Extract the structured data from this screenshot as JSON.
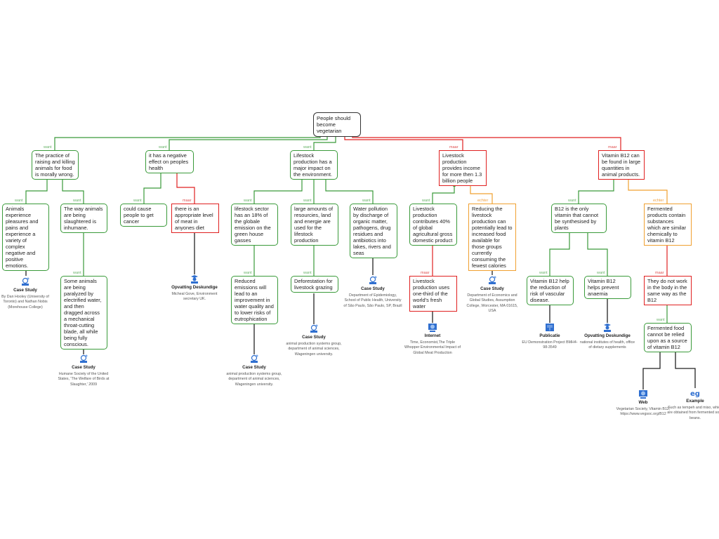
{
  "labels": {
    "want": "want",
    "maar": "maar",
    "echter": "echter"
  },
  "colors": {
    "want": "#3a9a3a",
    "maar": "#e02020",
    "echter": "#f0a030",
    "source_line": "#222222",
    "icon": "#2f6fd0"
  },
  "nodes": [
    {
      "id": "root",
      "kind": "root",
      "text": "People should become vegetarian"
    },
    {
      "id": "A",
      "kind": "want",
      "text": "The practice of raising and killing animals for food is morally wrong."
    },
    {
      "id": "B",
      "kind": "want",
      "text": "it has a negative effect on peoples health"
    },
    {
      "id": "C",
      "kind": "want",
      "text": "Lifestock production has a major impact on the environment."
    },
    {
      "id": "D",
      "kind": "maar",
      "text": "Livestock production provides income for more then 1.3 billion people"
    },
    {
      "id": "E",
      "kind": "maar",
      "text": "Vitamin B12 can be found in large quantities in animal products."
    },
    {
      "id": "A1",
      "kind": "want",
      "text": "Animals experience pleasures and pains and experience a variety of complex negative and positive emotions."
    },
    {
      "id": "A2",
      "kind": "want",
      "text": "The way animals are being slaughtered is inhumane."
    },
    {
      "id": "B1",
      "kind": "want",
      "text": "could cause people to get cancer"
    },
    {
      "id": "B2",
      "kind": "maar",
      "text": "there is an appropriate level of meat in anyones diet"
    },
    {
      "id": "C1",
      "kind": "want",
      "text": "lifestock sector has an 18% of the globale emission on the green house gasses"
    },
    {
      "id": "C2",
      "kind": "want",
      "text": "large amounts of resourcies, land and energie are used for the lifestock production"
    },
    {
      "id": "C3",
      "kind": "want",
      "text": "Water pollution by discharge of organic matter, pathogens, drug residues and antibiotics into lakes, rivers and seas"
    },
    {
      "id": "D1",
      "kind": "want",
      "text": "Livestock production contributes 40% of global agricultural gross domestic product"
    },
    {
      "id": "D2",
      "kind": "echter",
      "text": "Reducing the livestock production can potentially lead to increased food available for those groups currently consuming the fewest calories"
    },
    {
      "id": "E1",
      "kind": "want",
      "text": "B12 is the only vitamin that cannot be synthesised by plants"
    },
    {
      "id": "E2",
      "kind": "echter",
      "text": "Fermented products contain substances which are similar chemically to vitamin B12"
    },
    {
      "id": "A2a",
      "kind": "want",
      "text": "Some animals are being paralyzed by electrified water, and then dragged across a mechanical throat-cutting blade, all while being fully conscious."
    },
    {
      "id": "C1a",
      "kind": "want",
      "text": "Reduced emissions will lead to an improvement in water quality and to lower risks of eutrophication"
    },
    {
      "id": "C2a",
      "kind": "want",
      "text": "Deforestation for livestock grazing"
    },
    {
      "id": "D1a",
      "kind": "maar",
      "text": "Livestock production uses one-third of the world's fresh water"
    },
    {
      "id": "E1a",
      "kind": "want",
      "text": "Vitamin B12 help the reduction of risk of vascular disease."
    },
    {
      "id": "E1b",
      "kind": "want",
      "text": "Vitamin B12 helps prevent anaemia"
    },
    {
      "id": "E2a",
      "kind": "maar",
      "text": "They do not work in the body in the same way as the B12"
    },
    {
      "id": "E2b",
      "kind": "want",
      "text": "Fermented food cannot be relied upon as a source of vitamin B12"
    }
  ],
  "sources": [
    {
      "id": "sA1",
      "icon": "case-study",
      "title": "Case Study",
      "text": "By Dan Hooley (University of Toronto) and Nathan Nobis (Morehouse College)"
    },
    {
      "id": "sA2a",
      "icon": "case-study",
      "title": "Case Study",
      "text": "Humane Society of the United States, 'The Welfare of Birds at Slaughter,' 2009"
    },
    {
      "id": "sB2",
      "icon": "expert",
      "title": "Opvatting Deskundige",
      "text": "Micheal Gove, Environment secretary UK."
    },
    {
      "id": "sC1a",
      "icon": "case-study",
      "title": "Case Study",
      "text": "animal production systems group, department of animal sciences, Wageningen university."
    },
    {
      "id": "sC2a",
      "icon": "case-study",
      "title": "Case Study",
      "text": "animal production systems group, department of animal sciences, Wageningen university."
    },
    {
      "id": "sC3",
      "icon": "case-study",
      "title": "Case Study",
      "text": "Department of Epidemiology, School of Public Health, University of São Paulo, São Paulo, SP, Brazil"
    },
    {
      "id": "sD1a",
      "icon": "internet",
      "title": "Internet",
      "text": "Time, Economist,The Triple Whopper Environmental Impact of Global Meat Production"
    },
    {
      "id": "sD2",
      "icon": "case-study",
      "title": "Case Study",
      "text": "Department of Economics and Global Studies, Assumption College, Worcester, MA 01615, USA"
    },
    {
      "id": "sE1a",
      "icon": "publication",
      "title": "Publicatie",
      "text": "EU Demonstration Project BMH4-98-3549"
    },
    {
      "id": "sE1b",
      "icon": "expert",
      "title": "Opvatting Deskundige",
      "text": "national institutes of health, office of dietary supplements"
    },
    {
      "id": "sWeb",
      "icon": "internet",
      "title": "Web",
      "text": "Vegetarian Society, Vitamin B12, https://www.vegsoc.org/B12"
    },
    {
      "id": "sEx",
      "icon": "example",
      "title": "Example",
      "text": "Such as tempeh and miso, which are obtained from fermented soya beans."
    }
  ]
}
